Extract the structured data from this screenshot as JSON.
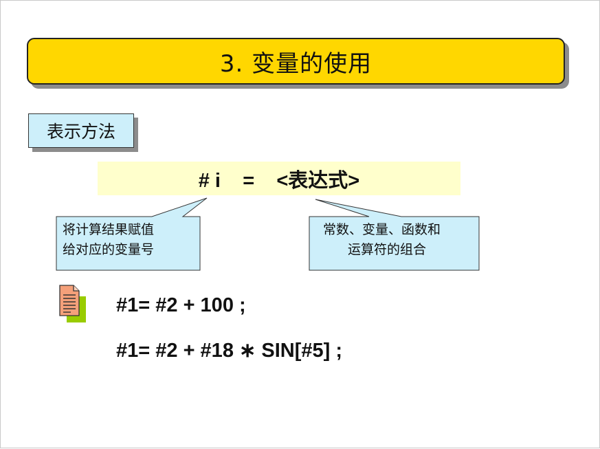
{
  "title": "3. 变量的使用",
  "section_label": "表示方法",
  "formula": "# i    =    <表达式>",
  "callouts": {
    "left": [
      "将计算结果赋值",
      "给对应的变量号"
    ],
    "right": [
      "常数、变量、函数和",
      "运算符的组合"
    ]
  },
  "colors": {
    "title_fill": "#ffd700",
    "label_fill": "#cdeffa",
    "formula_fill": "#ffffcc",
    "icon_page": "#f5a07a",
    "icon_accent": "#99cc00"
  },
  "icon": "document-icon",
  "examples": [
    "#1= #2 + 100 ;",
    "#1= #2 + #18 ∗ SIN[#5] ;"
  ]
}
